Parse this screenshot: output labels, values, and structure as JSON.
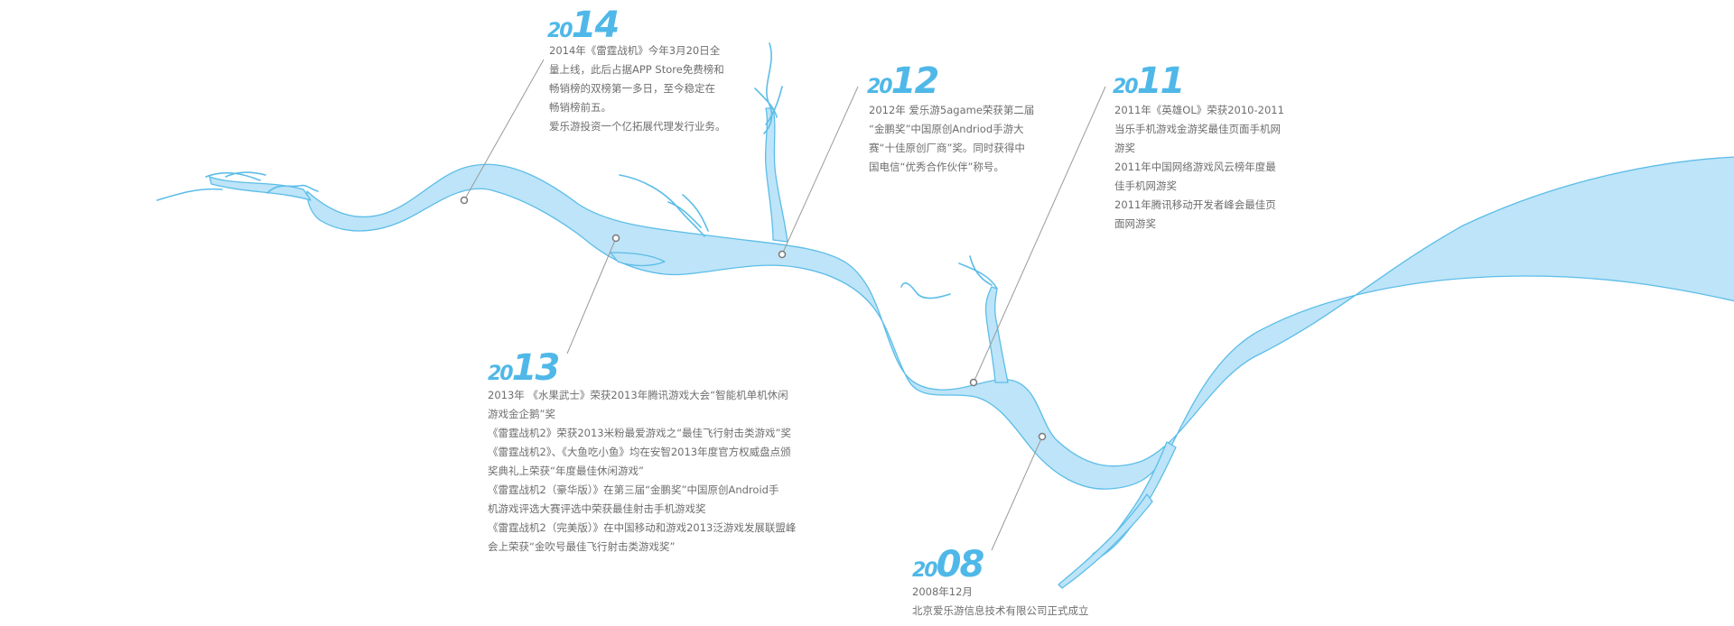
{
  "colors": {
    "river_fill": "#bde4f8",
    "river_stroke": "#5cbde8",
    "leader_line": "#9a9a9a",
    "year_accent": "#4fb8e8",
    "text": "#6e6e6e"
  },
  "milestones": [
    {
      "year_small": "20",
      "year_big": "14",
      "lines": [
        "2014年《雷霆战机》今年3月20日全",
        "量上线，此后占据APP Store免费榜和",
        "畅销榜的双榜第一多日，至今稳定在",
        "畅销榜前五。",
        "爱乐游投资一个亿拓展代理发行业务。"
      ]
    },
    {
      "year_small": "20",
      "year_big": "12",
      "lines": [
        "2012年 爱乐游5agame荣获第二届",
        "“金鹏奖”中国原创Andriod手游大",
        "赛“十佳原创厂商”奖。同时获得中",
        "国电信“优秀合作伙伴”称号。"
      ]
    },
    {
      "year_small": "20",
      "year_big": "11",
      "lines": [
        "2011年《英雄OL》荣获2010-2011",
        "当乐手机游戏金游奖最佳页面手机网",
        "游奖",
        "2011年中国网络游戏风云榜年度最",
        "佳手机网游奖",
        "2011年腾讯移动开发者峰会最佳页",
        "面网游奖"
      ]
    },
    {
      "year_small": "20",
      "year_big": "13",
      "lines": [
        "2013年 《水果武士》荣获2013年腾讯游戏大会“智能机单机休闲",
        "游戏金企鹅”奖",
        "《雷霆战机2》荣获2013米粉最爱游戏之“最佳飞行射击类游戏”奖",
        "《雷霆战机2》、《大鱼吃小鱼》均在安智2013年度官方权威盘点颁",
        "奖典礼上荣获“年度最佳休闲游戏”",
        "《雷霆战机2（豪华版）》在第三届“金鹏奖”中国原创Android手",
        "机游戏评选大赛评选中荣获最佳射击手机游戏奖",
        "《雷霆战机2（完美版）》在中国移动和游戏2013泛游戏发展联盟峰",
        "会上荣获“金吹号最佳飞行射击类游戏奖”"
      ]
    },
    {
      "year_small": "20",
      "year_big": "08",
      "lines": [
        "2008年12月",
        "北京爱乐游信息技术有限公司正式成立"
      ]
    }
  ]
}
